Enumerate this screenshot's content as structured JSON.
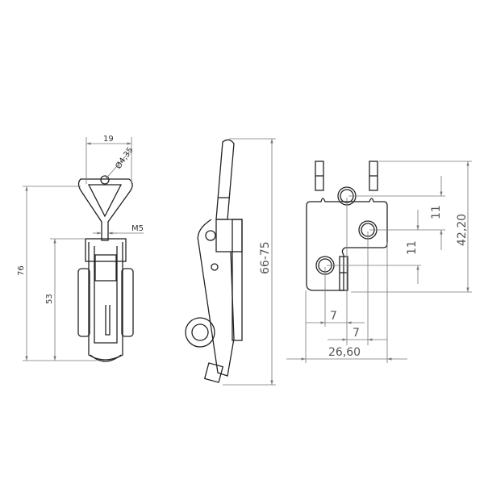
{
  "front_view": {
    "width_dim": "19",
    "hole_dim": "Ø4,35",
    "thread_dim": "M5",
    "height_total": "76",
    "height_body": "53"
  },
  "side_view": {
    "height_range": "66-75"
  },
  "base_view": {
    "hole_pitch_v1": "11",
    "hole_pitch_v2": "11",
    "height": "42,20",
    "hole_pitch_h1": "7",
    "hole_pitch_h2": "7",
    "width": "26,60"
  },
  "colors": {
    "line": "#222222",
    "dimension": "#777777"
  }
}
